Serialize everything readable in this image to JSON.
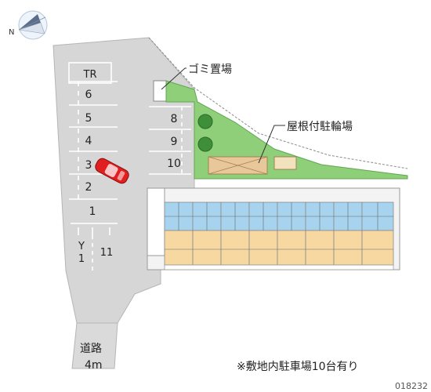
{
  "compass": {
    "label": "N"
  },
  "parking": {
    "tr_label": "TR",
    "left_spaces": [
      "6",
      "5",
      "4",
      "3",
      "2",
      "1"
    ],
    "right_spaces": [
      "8",
      "9",
      "10"
    ],
    "y1_label": "Y",
    "y1_num": "1",
    "space_11": "11"
  },
  "labels": {
    "garbage": "ゴミ置場",
    "bicycle": "屋根付駐輪場",
    "road": "道路",
    "road_width": "4m",
    "note": "※敷地内駐車場10台有り",
    "property_id": "018232"
  },
  "colors": {
    "asphalt": "#d6d6d6",
    "lawn": "#8fcf7a",
    "unit_blue": "#a7d3ef",
    "unit_tan": "#f6d8a0",
    "car": "#e02020",
    "bike_shed": "#e8c79b"
  }
}
